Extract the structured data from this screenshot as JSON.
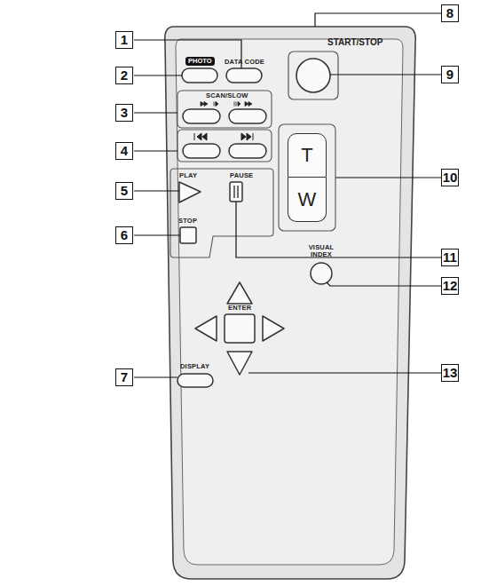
{
  "diagram": {
    "nodes": [
      {
        "text": [
          "T"
        ]
      },
      {
        "text": [
          "W"
        ]
      }
    ],
    "labels": [
      "8",
      "1",
      "START/STOP",
      "2",
      "PHOTO",
      "DATA CODE",
      "9",
      "3",
      "SCAN/SLOW",
      "4",
      "10",
      "5",
      "PLAY",
      "PAUSE",
      "6",
      "STOP",
      "11",
      "VISUAL INDEX",
      "12",
      "ENTER",
      "7",
      "DISPLAY",
      "13"
    ]
  }
}
